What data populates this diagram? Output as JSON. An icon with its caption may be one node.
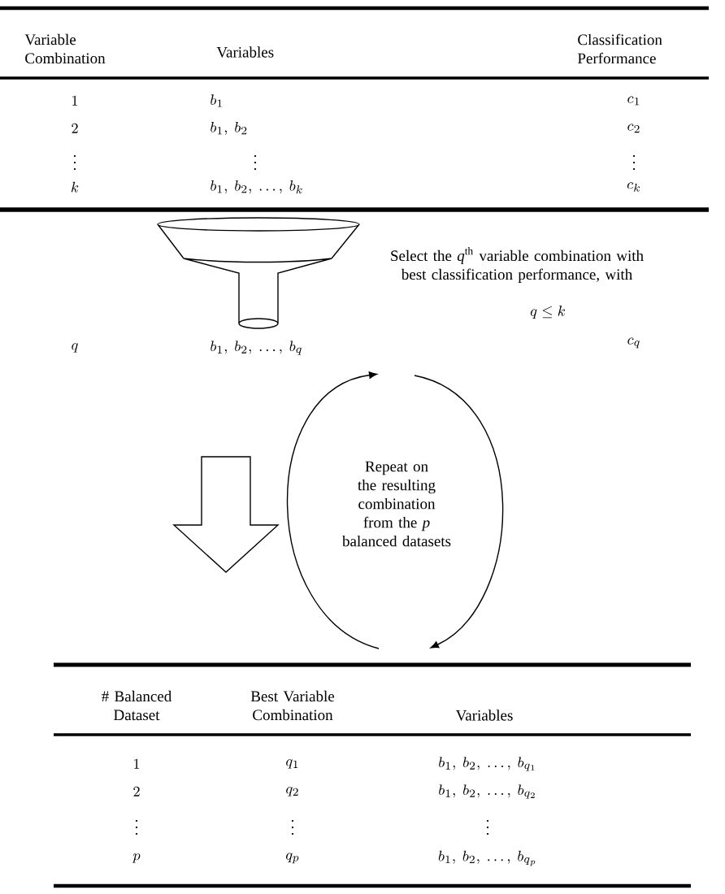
{
  "diagram": {
    "labels": [
      "Variable Combination",
      "Variables",
      "Classification Performance",
      "1",
      "b_1",
      "c_1",
      "2",
      "b_1,\\ b_2",
      "c_2",
      "\\vdots",
      "\\vdots",
      "\\vdots",
      "k",
      "b_1,\\ b_2,\\ \\ldots,\\ b_k",
      "c_k",
      "Select the *q*$^{th}$ variable combination with best classification performance, with",
      "q \\leq k",
      "q",
      "b_1,\\ b_2,\\ \\ldots,\\ b_q",
      "c_q",
      "Repeat on the resulting combination from the *p* balanced datasets",
      "# Balanced Dataset",
      "Best Variable Combination",
      "Variables",
      "1",
      "q_1",
      "b_1,\\ b_2,\\ \\ldots,\\ b_{q_1}",
      "2",
      "q_2",
      "b_1,\\ b_2,\\ \\ldots,\\ b_{q_2}",
      "\\vdots",
      "\\vdots",
      "\\vdots",
      "p",
      "q_p",
      "b_1,\\ b_2,\\ \\ldots,\\ b_{q_p}"
    ]
  }
}
